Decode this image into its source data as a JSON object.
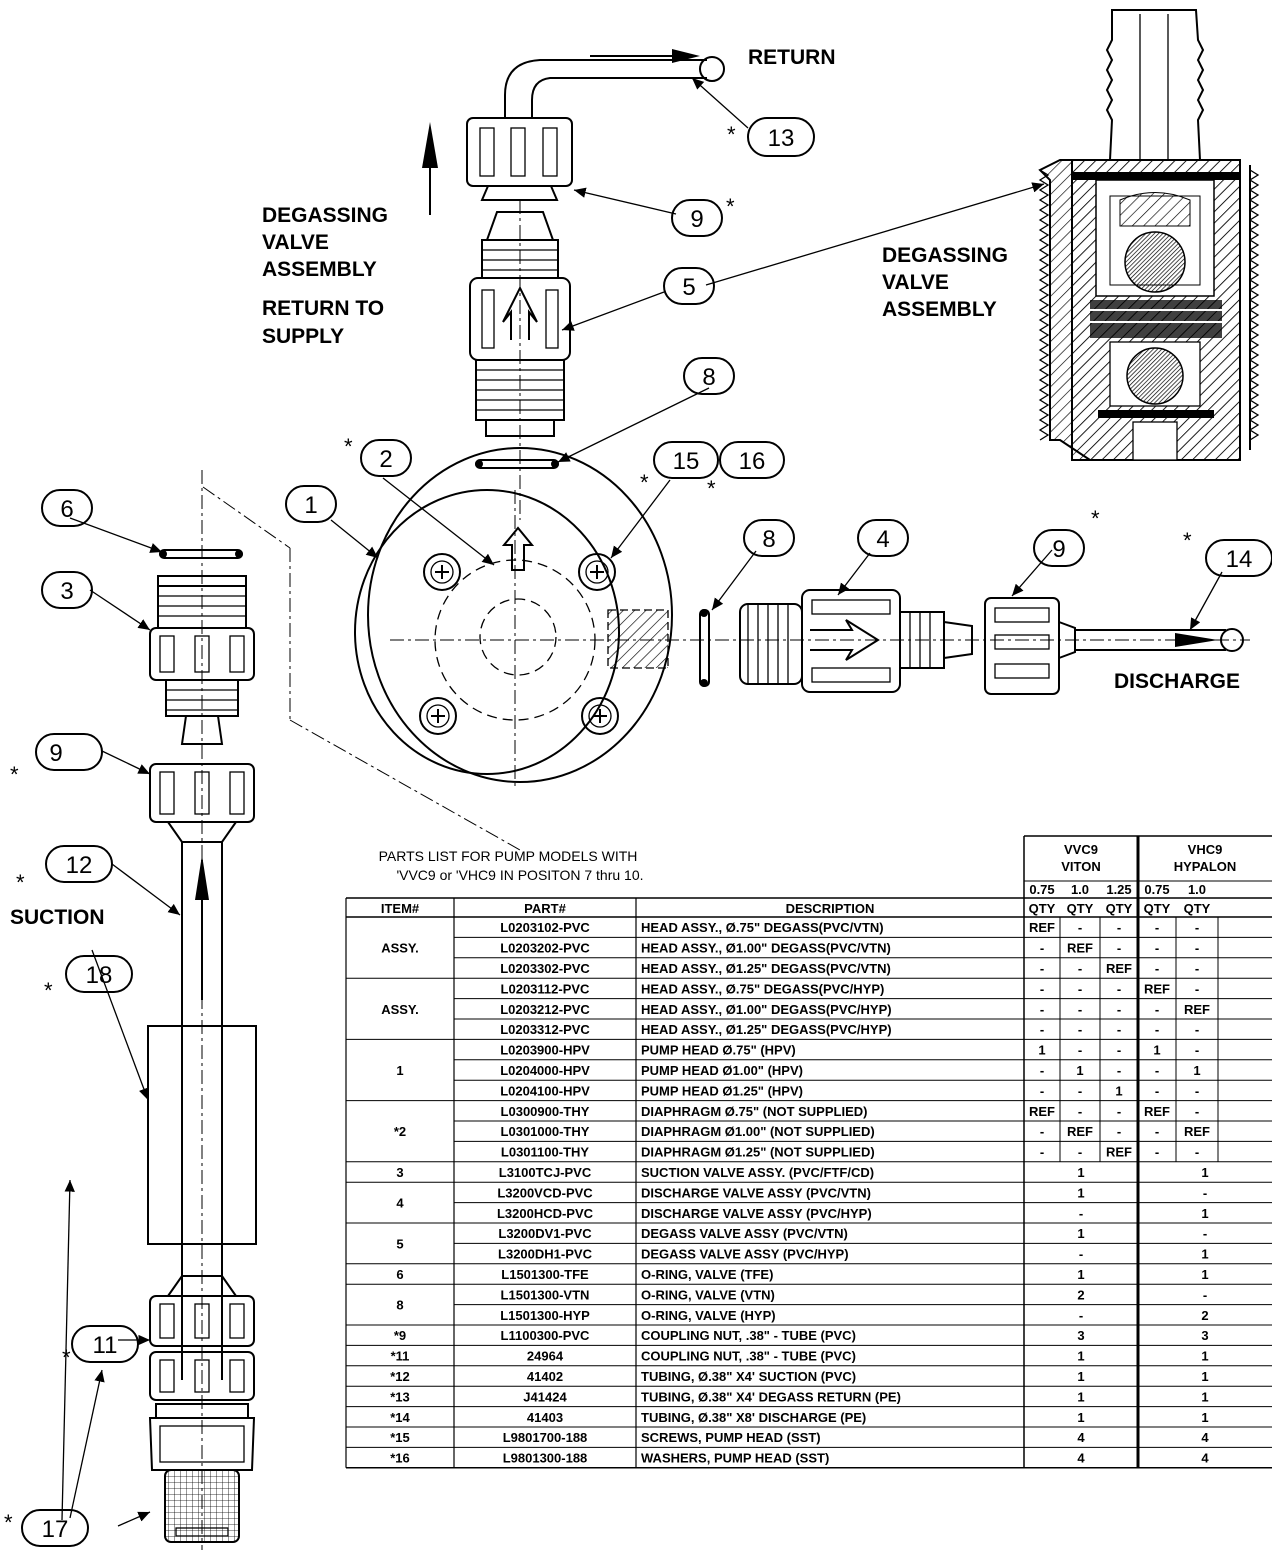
{
  "labels": {
    "return": "RETURN",
    "degassing_left": [
      "DEGASSING",
      "VALVE",
      "ASSEMBLY"
    ],
    "return_to_supply": [
      "RETURN TO",
      "SUPPLY"
    ],
    "degassing_right": [
      "DEGASSING",
      "VALVE",
      "ASSEMBLY"
    ],
    "discharge": "DISCHARGE",
    "suction": "SUCTION"
  },
  "callouts": {
    "c13": "13",
    "c9_top": "9",
    "c5": "5",
    "c8_top": "8",
    "c2": "2",
    "c15": "15",
    "c16": "16",
    "c1": "1",
    "c6": "6",
    "c8_right": "8",
    "c4": "4",
    "c9_right": "9",
    "c14": "14",
    "c3": "3",
    "c9_left": "9",
    "c12": "12",
    "c18": "18",
    "c11": "11",
    "c17": "17"
  },
  "asterisk": "*",
  "table": {
    "title_lines": [
      "PARTS LIST FOR PUMP MODELS WITH",
      "'VVC9 or 'VHC9 IN POSITON 7 thru 10."
    ],
    "groups": [
      {
        "name_lines": [
          "VVC9",
          "VITON"
        ]
      },
      {
        "name_lines": [
          "VHC9",
          "HYPALON"
        ]
      }
    ],
    "sizes": [
      "0.75",
      "1.0",
      "1.25",
      "0.75",
      "1.0"
    ],
    "headers": {
      "item": "ITEM#",
      "part": "PART#",
      "description": "DESCRIPTION",
      "qty": "QTY"
    },
    "rows": [
      {
        "item": "ASSY.",
        "part": "L0203102-PVC",
        "desc": "HEAD ASSY., Ø.75\" DEGASS(PVC/VTN)",
        "q": [
          "REF",
          "-",
          "-",
          "-",
          "-"
        ]
      },
      {
        "item": "",
        "part": "L0203202-PVC",
        "desc": "HEAD ASSY., Ø1.00\" DEGASS(PVC/VTN)",
        "q": [
          "-",
          "REF",
          "-",
          "-",
          "-"
        ]
      },
      {
        "item": "",
        "part": "L0203302-PVC",
        "desc": "HEAD ASSY., Ø1.25\" DEGASS(PVC/VTN)",
        "q": [
          "-",
          "-",
          "REF",
          "-",
          "-"
        ]
      },
      {
        "item": "ASSY.",
        "part": "L0203112-PVC",
        "desc": "HEAD ASSY., Ø.75\" DEGASS(PVC/HYP)",
        "q": [
          "-",
          "-",
          "-",
          "REF",
          "-"
        ]
      },
      {
        "item": "",
        "part": "L0203212-PVC",
        "desc": "HEAD ASSY., Ø1.00\" DEGASS(PVC/HYP)",
        "q": [
          "-",
          "-",
          "-",
          "-",
          "REF"
        ]
      },
      {
        "item": "",
        "part": "L0203312-PVC",
        "desc": "HEAD ASSY., Ø1.25\" DEGASS(PVC/HYP)",
        "q": [
          "-",
          "-",
          "-",
          "-",
          "-"
        ]
      },
      {
        "item": "1",
        "part": "L0203900-HPV",
        "desc": "PUMP HEAD Ø.75\" (HPV)",
        "q": [
          "1",
          "-",
          "-",
          "1",
          "-"
        ]
      },
      {
        "item": "",
        "part": "L0204000-HPV",
        "desc": "PUMP HEAD Ø1.00\" (HPV)",
        "q": [
          "-",
          "1",
          "-",
          "-",
          "1"
        ]
      },
      {
        "item": "",
        "part": "L0204100-HPV",
        "desc": "PUMP HEAD Ø1.25\" (HPV)",
        "q": [
          "-",
          "-",
          "1",
          "-",
          "-"
        ]
      },
      {
        "item": "*2",
        "part": "L0300900-THY",
        "desc": "DIAPHRAGM Ø.75\" (NOT SUPPLIED)",
        "q": [
          "REF",
          "-",
          "-",
          "REF",
          "-"
        ]
      },
      {
        "item": "",
        "part": "L0301000-THY",
        "desc": "DIAPHRAGM Ø1.00\" (NOT SUPPLIED)",
        "q": [
          "-",
          "REF",
          "-",
          "-",
          "REF"
        ]
      },
      {
        "item": "",
        "part": "L0301100-THY",
        "desc": "DIAPHRAGM Ø1.25\" (NOT SUPPLIED)",
        "q": [
          "-",
          "-",
          "REF",
          "-",
          "-"
        ]
      },
      {
        "item": "3",
        "part": "L3100TCJ-PVC",
        "desc": "SUCTION VALVE ASSY. (PVC/FTF/CD)",
        "g": [
          "1",
          "1"
        ]
      },
      {
        "item": "4",
        "part": "L3200VCD-PVC",
        "desc": "DISCHARGE VALVE ASSY (PVC/VTN)",
        "g": [
          "1",
          "-"
        ]
      },
      {
        "item": "",
        "part": "L3200HCD-PVC",
        "desc": "DISCHARGE VALVE ASSY (PVC/HYP)",
        "g": [
          "-",
          "1"
        ]
      },
      {
        "item": "5",
        "part": "L3200DV1-PVC",
        "desc": "DEGASS VALVE ASSY (PVC/VTN)",
        "g": [
          "1",
          "-"
        ]
      },
      {
        "item": "",
        "part": "L3200DH1-PVC",
        "desc": "DEGASS VALVE ASSY (PVC/HYP)",
        "g": [
          "-",
          "1"
        ]
      },
      {
        "item": "6",
        "part": "L1501300-TFE",
        "desc": "O-RING, VALVE (TFE)",
        "g": [
          "1",
          "1"
        ]
      },
      {
        "item": "8",
        "part": "L1501300-VTN",
        "desc": "O-RING, VALVE (VTN)",
        "g": [
          "2",
          "-"
        ]
      },
      {
        "item": "",
        "part": "L1501300-HYP",
        "desc": "O-RING, VALVE (HYP)",
        "g": [
          "-",
          "2"
        ]
      },
      {
        "item": "*9",
        "part": "L1100300-PVC",
        "desc": "COUPLING NUT, .38\" - TUBE (PVC)",
        "g": [
          "3",
          "3"
        ]
      },
      {
        "item": "*11",
        "part": "24964",
        "desc": "COUPLING NUT, .38\" - TUBE (PVC)",
        "g": [
          "1",
          "1"
        ]
      },
      {
        "item": "*12",
        "part": "41402",
        "desc": "TUBING, Ø.38\" X4' SUCTION (PVC)",
        "g": [
          "1",
          "1"
        ]
      },
      {
        "item": "*13",
        "part": "J41424",
        "desc": "TUBING, Ø.38\" X4' DEGASS RETURN (PE)",
        "g": [
          "1",
          "1"
        ]
      },
      {
        "item": "*14",
        "part": "41403",
        "desc": "TUBING, Ø.38\" X8' DISCHARGE (PE)",
        "g": [
          "1",
          "1"
        ]
      },
      {
        "item": "*15",
        "part": "L9801700-188",
        "desc": "SCREWS, PUMP HEAD (SST)",
        "g": [
          "4",
          "4"
        ]
      },
      {
        "item": "*16",
        "part": "L9801300-188",
        "desc": "WASHERS, PUMP HEAD (SST)",
        "g": [
          "4",
          "4"
        ]
      }
    ]
  }
}
